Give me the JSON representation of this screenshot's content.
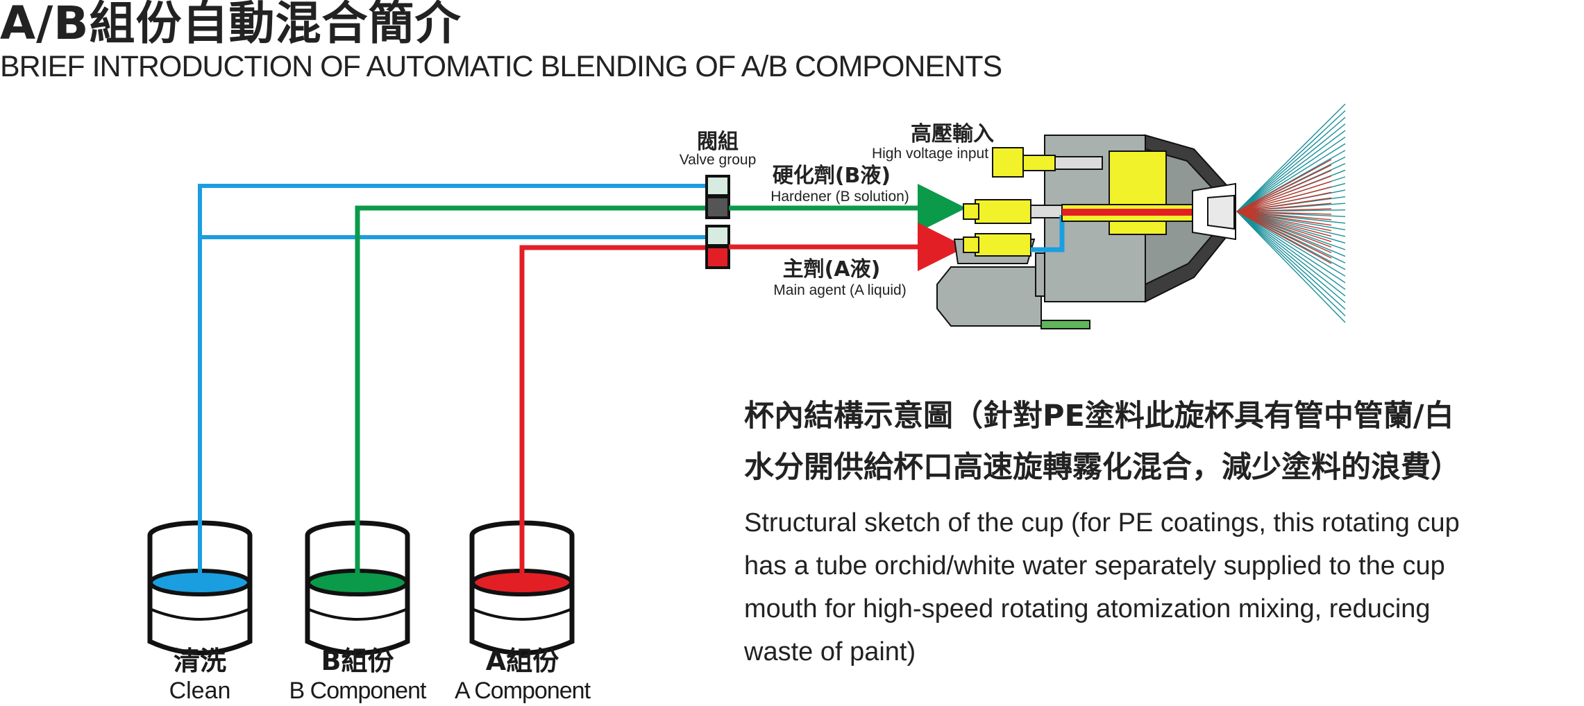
{
  "title": {
    "zh": "A/B組份自動混合簡介",
    "en": "BRIEF INTRODUCTION OF AUTOMATIC BLENDING OF A/B COMPONENTS"
  },
  "labels": {
    "valve_group": {
      "zh": "閥組",
      "en": "Valve group"
    },
    "high_voltage": {
      "zh": "高壓輸入",
      "en": "High voltage input"
    },
    "hardener": {
      "zh": "硬化劑(B液)",
      "en": "Hardener (B solution)"
    },
    "main_agent": {
      "zh": "主劑(A液)",
      "en": "Main agent (A liquid)"
    }
  },
  "tanks": [
    {
      "zh": "清洗",
      "en": "Clean",
      "color": "#1a9ee0"
    },
    {
      "zh": "B組份",
      "en": "B Component",
      "color": "#0a9a4a"
    },
    {
      "zh": "A組份",
      "en": "A Component",
      "color": "#e31f26"
    }
  ],
  "caption": {
    "zh_lines": [
      "杯內結構示意圖（針對PE塗料此旋杯具有管中管蘭/白",
      "水分開供給杯口高速旋轉霧化混合，減少塗料的浪費）"
    ],
    "en_lines": [
      "Structural sketch of the cup (for PE coatings, this rotating cup",
      "has a tube orchid/white water separately supplied to the cup",
      "mouth for high-speed rotating atomization mixing, reducing",
      "waste of paint)"
    ]
  },
  "colors": {
    "clean_line": "#1a9ee0",
    "hardener_line": "#0a9a4a",
    "main_line": "#e31f26",
    "valve_light": "#d8ebe0",
    "valve_dark": "#555555",
    "gun_body": "#a9b1ae",
    "gun_yellow": "#f2f22a"
  }
}
